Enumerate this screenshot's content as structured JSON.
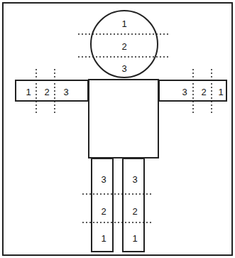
{
  "diagram": {
    "nodes": [
      {
        "text": [
          "1",
          "2",
          "3"
        ]
      },
      {
        "text": [
          "1",
          "2",
          "3"
        ]
      },
      {
        "text": [
          "3",
          "2",
          "1"
        ]
      },
      {
        "text": [
          "3",
          "2",
          "1"
        ]
      },
      {
        "text": [
          "3",
          "2",
          "1"
        ]
      }
    ]
  }
}
